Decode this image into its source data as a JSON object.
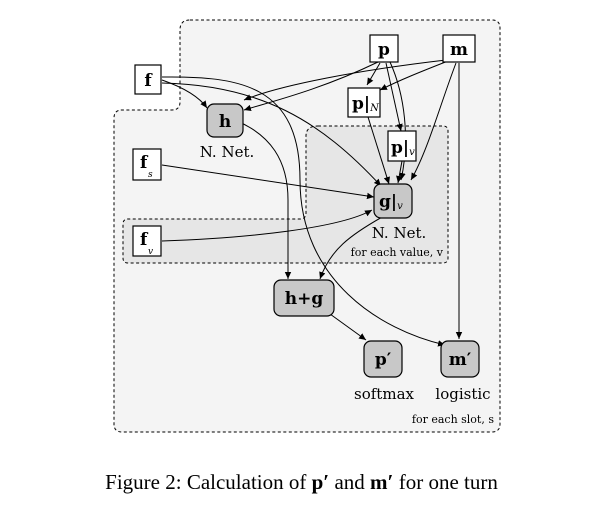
{
  "nodes": {
    "p": {
      "main": "p",
      "sub": ""
    },
    "m": {
      "main": "m",
      "sub": ""
    },
    "f": {
      "main": "f",
      "sub": ""
    },
    "h": {
      "main": "h",
      "sub": ""
    },
    "p_n": {
      "main": "p|",
      "sub": "N"
    },
    "p_v": {
      "main": "p|",
      "sub": "v"
    },
    "f_s": {
      "main": "f",
      "sub": "s"
    },
    "g_v": {
      "main": "g|",
      "sub": "v"
    },
    "f_v": {
      "main": "f",
      "sub": "v"
    },
    "h_plus_g": {
      "main": "h+g",
      "sub": ""
    },
    "p_prime": {
      "main": "p′",
      "sub": ""
    },
    "m_prime": {
      "main": "m′",
      "sub": ""
    }
  },
  "labels": {
    "h_net": "N. Net.",
    "g_net": "N. Net.",
    "for_each_value": "for each value, v",
    "softmax": "softmax",
    "logistic": "logistic",
    "for_each_slot": "for each slot, s"
  },
  "caption": {
    "prefix": "Figure 2: Calculation of ",
    "p": "p′",
    "middle": " and ",
    "m": "m′",
    "suffix": " for one turn"
  }
}
